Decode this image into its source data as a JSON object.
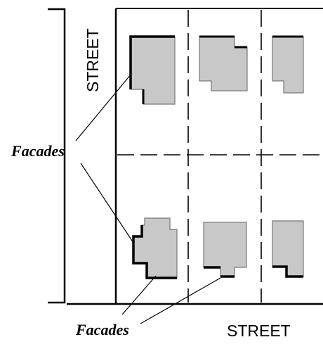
{
  "labels": {
    "street_vertical": "STREET",
    "street_horizontal": "STREET",
    "facades_left": "Facades",
    "facades_bottom": "Facades"
  },
  "colors": {
    "building_fill": "#c8c8c8",
    "line": "#000000",
    "background": "#ffffff"
  }
}
